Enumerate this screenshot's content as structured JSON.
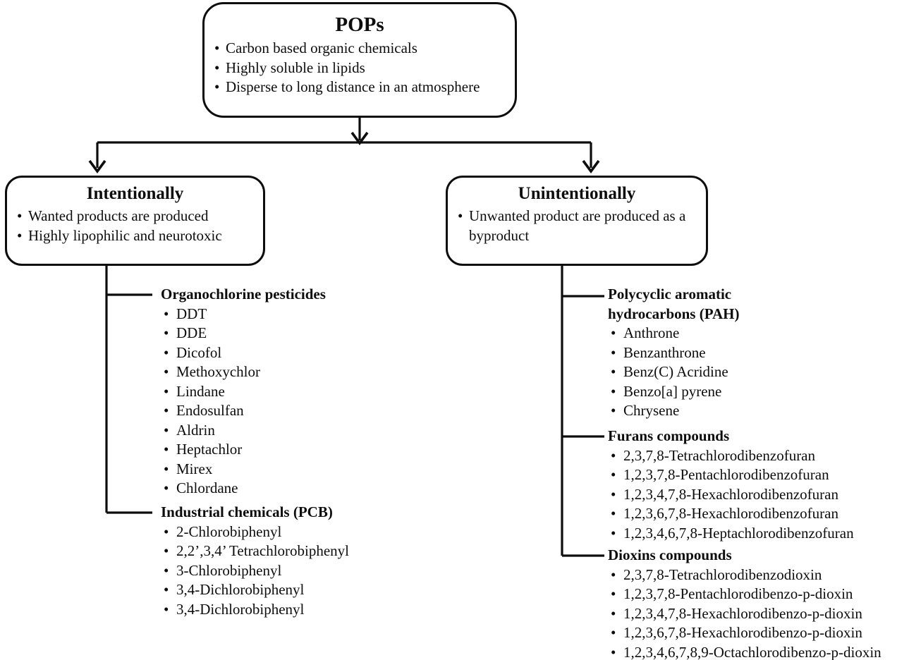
{
  "diagram": {
    "root": {
      "title": "POPs",
      "bullets": [
        "Carbon based organic chemicals",
        "Highly soluble in lipids",
        "Disperse to long distance in an atmosphere"
      ]
    },
    "intentionally": {
      "title": "Intentionally",
      "bullets": [
        "Wanted products are produced",
        "Highly lipophilic and neurotoxic"
      ]
    },
    "unintentionally": {
      "title": "Unintentionally",
      "bullets": [
        "Unwanted product are produced as a byproduct"
      ]
    },
    "intentional_groups": [
      {
        "title": "Organochlorine pesticides",
        "items": [
          "DDT",
          "DDE",
          "Dicofol",
          "Methoxychlor",
          "Lindane",
          "Endosulfan",
          "Aldrin",
          "Heptachlor",
          "Mirex",
          "Chlordane"
        ]
      },
      {
        "title": "Industrial chemicals (PCB)",
        "items": [
          "2-Chlorobiphenyl",
          "2,2’,3,4’ Tetrachlorobiphenyl",
          "3-Chlorobiphenyl",
          "3,4-Dichlorobiphenyl",
          "3,4-Dichlorobiphenyl"
        ]
      }
    ],
    "unintentional_groups": [
      {
        "title": "Polycyclic aromatic hydrocarbons (PAH)",
        "items": [
          "Anthrone",
          "Benzanthrone",
          "Benz(C) Acridine",
          "Benzo[a] pyrene",
          "Chrysene"
        ]
      },
      {
        "title": "Furans compounds",
        "items": [
          "2,3,7,8-Tetrachlorodibenzofuran",
          "1,2,3,7,8-Pentachlorodibenzofuran",
          "1,2,3,4,7,8-Hexachlorodibenzofuran",
          "1,2,3,6,7,8-Hexachlorodibenzofuran",
          "1,2,3,4,6,7,8-Heptachlorodibenzofuran"
        ]
      },
      {
        "title": "Dioxins compounds",
        "items": [
          "2,3,7,8-Tetrachlorodibenzodioxin",
          "1,2,3,7,8-Pentachlorodibenzo-p-dioxin",
          "1,2,3,4,7,8-Hexachlorodibenzo-p-dioxin",
          "1,2,3,6,7,8-Hexachlorodibenzo-p-dioxin",
          "1,2,3,4,6,7,8,9-Octachlorodibenzo-p-dioxin"
        ]
      }
    ],
    "colors": {
      "line": "#0d0d0d",
      "text": "#0d0d0d",
      "background": "#ffffff"
    }
  }
}
